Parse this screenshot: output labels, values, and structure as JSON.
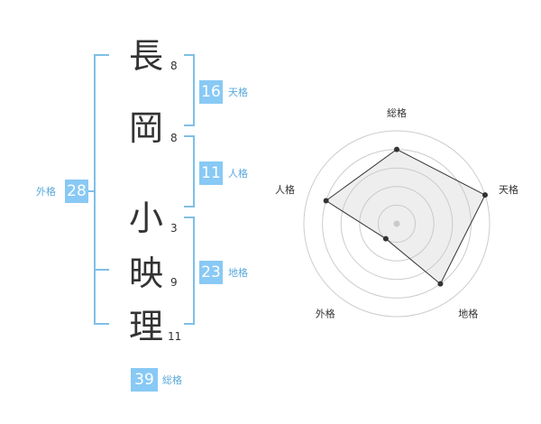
{
  "name": {
    "chars": [
      {
        "char": "長",
        "strokes": "8"
      },
      {
        "char": "岡",
        "strokes": "8"
      },
      {
        "char": "小",
        "strokes": "3"
      },
      {
        "char": "映",
        "strokes": "9"
      },
      {
        "char": "理",
        "strokes": "11"
      }
    ]
  },
  "fortune": {
    "tenkaku": {
      "value": "16",
      "label": "天格"
    },
    "jinkaku": {
      "value": "11",
      "label": "人格"
    },
    "chikaku": {
      "value": "23",
      "label": "地格"
    },
    "gaikaku": {
      "value": "28",
      "label": "外格"
    },
    "soukaku": {
      "value": "39",
      "label": "総格"
    }
  },
  "chart_data": {
    "type": "radar",
    "axes": [
      "総格",
      "天格",
      "地格",
      "外格",
      "人格"
    ],
    "values": [
      4,
      5,
      4,
      1,
      4
    ],
    "max": 5,
    "rings": 5
  },
  "colors": {
    "accent": "#88c9f5",
    "bracket": "#7fbfe8",
    "label": "#5aa9dc",
    "text": "#333333"
  }
}
